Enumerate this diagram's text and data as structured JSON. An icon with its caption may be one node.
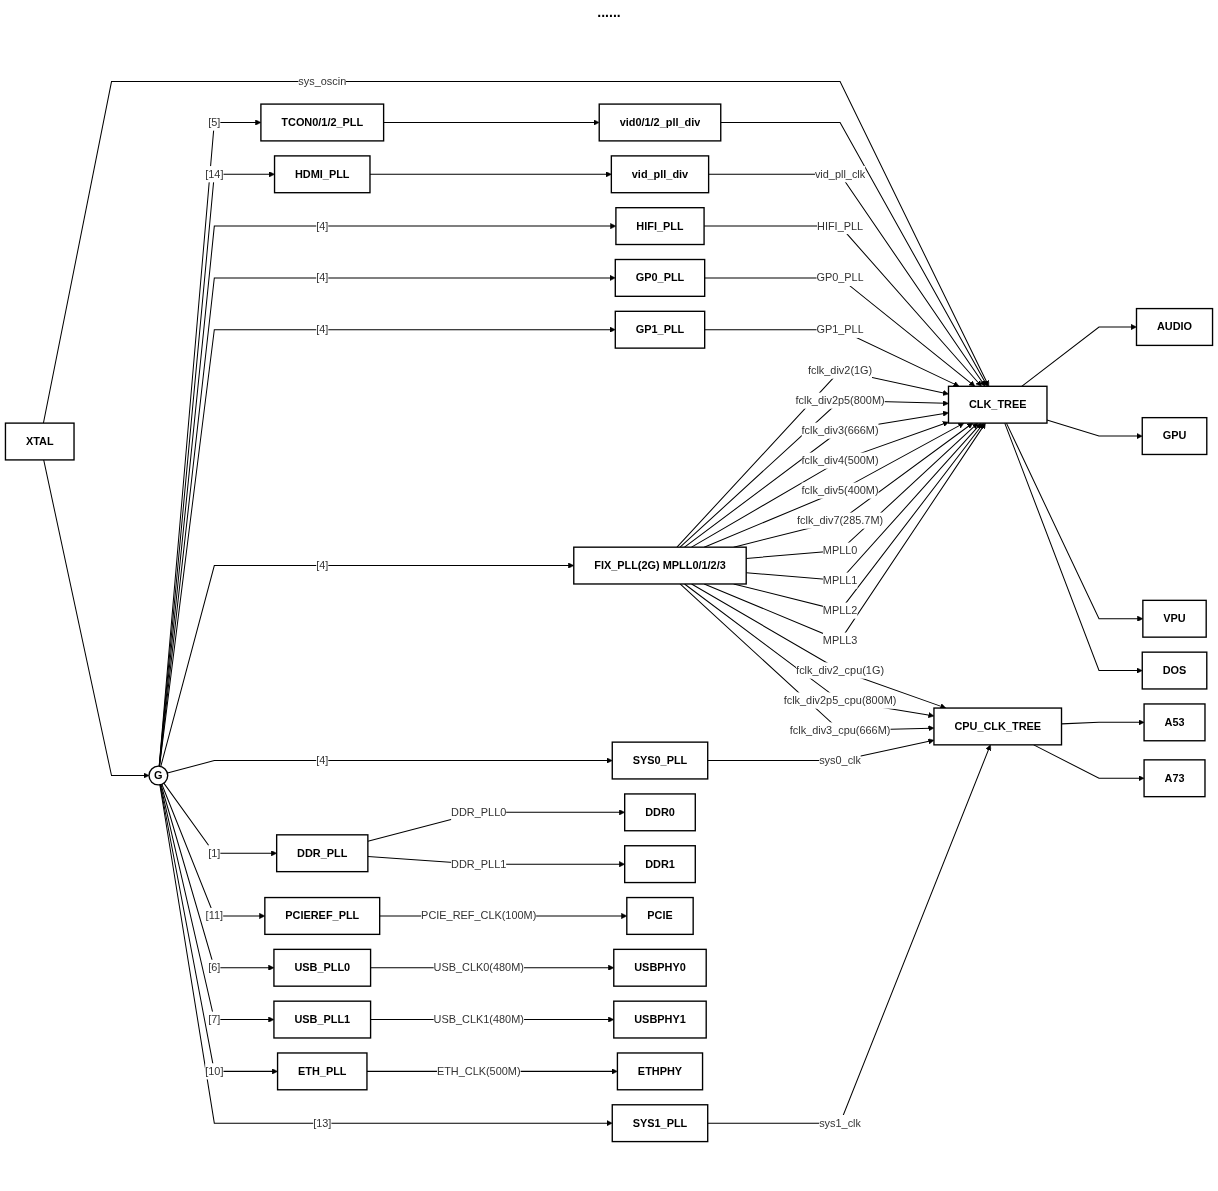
{
  "diagram": {
    "nodes": [
      {
        "text": [
          "XTAL"
        ]
      },
      {
        "text": [
          "G"
        ]
      },
      {
        "text": [
          "TCON0/1/2_PLL"
        ]
      },
      {
        "text": [
          "HDMI_PLL"
        ]
      },
      {
        "text": [
          "HIFI_PLL"
        ]
      },
      {
        "text": [
          "GP0_PLL"
        ]
      },
      {
        "text": [
          "GP1_PLL"
        ]
      },
      {
        "text": [
          "FIX_PLL(2G) MPLL0/1/2/3"
        ]
      },
      {
        "text": [
          "vid0/1/2_pll_div"
        ]
      },
      {
        "text": [
          "vid_pll_div"
        ]
      },
      {
        "text": [
          "CLK_TREE"
        ]
      },
      {
        "text": [
          "CPU_CLK_TREE"
        ]
      },
      {
        "text": [
          "AUDIO"
        ]
      },
      {
        "text": [
          "GPU"
        ]
      },
      {
        "text": [
          "VPU"
        ]
      },
      {
        "text": [
          "DOS"
        ]
      },
      {
        "text": [
          "A53"
        ]
      },
      {
        "text": [
          "A73"
        ]
      },
      {
        "text": [
          "SYS0_PLL"
        ]
      },
      {
        "text": [
          "SYS1_PLL"
        ]
      },
      {
        "text": [
          "DDR_PLL"
        ]
      },
      {
        "text": [
          "PCIEREF_PLL"
        ]
      },
      {
        "text": [
          "USB_PLL0"
        ]
      },
      {
        "text": [
          "USB_PLL1"
        ]
      },
      {
        "text": [
          "ETH_PLL"
        ]
      },
      {
        "text": [
          "DDR0"
        ]
      },
      {
        "text": [
          "DDR1"
        ]
      },
      {
        "text": [
          "PCIE"
        ]
      },
      {
        "text": [
          "USBPHY0"
        ]
      },
      {
        "text": [
          "USBPHY1"
        ]
      },
      {
        "text": [
          "ETHPHY"
        ]
      }
    ],
    "edges": [
      {
        "from": 0,
        "to": 10,
        "arrow": "to",
        "label": "sys_oscin"
      },
      {
        "from": 0,
        "to": 1,
        "arrow": "to"
      },
      {
        "from": 1,
        "to": 2,
        "arrow": "to",
        "label": "[5]"
      },
      {
        "from": 1,
        "to": 3,
        "arrow": "to",
        "label": "[14]"
      },
      {
        "from": 1,
        "to": 4,
        "arrow": "to",
        "label": "[4]"
      },
      {
        "from": 1,
        "to": 5,
        "arrow": "to",
        "label": "[4]"
      },
      {
        "from": 1,
        "to": 6,
        "arrow": "to",
        "label": "[4]"
      },
      {
        "from": 1,
        "to": 7,
        "arrow": "to",
        "label": "[4]"
      },
      {
        "from": 1,
        "to": 18,
        "arrow": "to",
        "label": "[4]"
      },
      {
        "from": 1,
        "to": 19,
        "arrow": "to",
        "label": "[13]"
      },
      {
        "from": 1,
        "to": 20,
        "arrow": "to",
        "label": "[1]"
      },
      {
        "from": 1,
        "to": 21,
        "arrow": "to",
        "label": "[11]"
      },
      {
        "from": 1,
        "to": 22,
        "arrow": "to",
        "label": "[6]"
      },
      {
        "from": 1,
        "to": 23,
        "arrow": "to",
        "label": "[7]"
      },
      {
        "from": 1,
        "to": 24,
        "arrow": "to",
        "label": "[10]"
      },
      {
        "from": 2,
        "to": 8,
        "arrow": "to"
      },
      {
        "from": 8,
        "to": 10,
        "arrow": "to"
      },
      {
        "from": 3,
        "to": 9,
        "arrow": "to"
      },
      {
        "from": 9,
        "to": 10,
        "arrow": "to",
        "label": "vid_pll_clk"
      },
      {
        "from": 4,
        "to": 10,
        "arrow": "to",
        "label": "HIFI_PLL"
      },
      {
        "from": 5,
        "to": 10,
        "arrow": "to",
        "label": "GP0_PLL"
      },
      {
        "from": 6,
        "to": 10,
        "arrow": "to",
        "label": "GP1_PLL"
      },
      {
        "from": 7,
        "to": 10,
        "arrow": "to",
        "label": "fclk_div2(1G)"
      },
      {
        "from": 7,
        "to": 10,
        "arrow": "to",
        "label": "fclk_div2p5(800M)"
      },
      {
        "from": 7,
        "to": 10,
        "arrow": "to",
        "label": "fclk_div3(666M)"
      },
      {
        "from": 7,
        "to": 10,
        "arrow": "to",
        "label": "fclk_div4(500M)"
      },
      {
        "from": 7,
        "to": 10,
        "arrow": "to",
        "label": "fclk_div5(400M)"
      },
      {
        "from": 7,
        "to": 10,
        "arrow": "to",
        "label": "fclk_div7(285.7M)"
      },
      {
        "from": 7,
        "to": 10,
        "arrow": "to",
        "label": "MPLL0"
      },
      {
        "from": 7,
        "to": 10,
        "arrow": "to",
        "label": "MPLL1"
      },
      {
        "from": 7,
        "to": 10,
        "arrow": "to",
        "label": "MPLL2"
      },
      {
        "from": 7,
        "to": 10,
        "arrow": "to",
        "label": "MPLL3"
      },
      {
        "from": 7,
        "to": 11,
        "arrow": "to",
        "label": "fclk_div2_cpu(1G)"
      },
      {
        "from": 7,
        "to": 11,
        "arrow": "to",
        "label": "fclk_div2p5_cpu(800M)"
      },
      {
        "from": 7,
        "to": 11,
        "arrow": "to",
        "label": "fclk_div3_cpu(666M)"
      },
      {
        "from": 18,
        "to": 11,
        "arrow": "to",
        "label": "sys0_clk"
      },
      {
        "from": 19,
        "to": 11,
        "arrow": "to",
        "label": "sys1_clk"
      },
      {
        "from": 10,
        "to": 12,
        "arrow": "to"
      },
      {
        "from": 10,
        "to": 13,
        "arrow": "to"
      },
      {
        "from": 10,
        "to": 14,
        "arrow": "to"
      },
      {
        "from": 10,
        "to": 15,
        "arrow": "to"
      },
      {
        "from": 11,
        "to": 16,
        "arrow": "to"
      },
      {
        "from": 11,
        "to": 17,
        "arrow": "to"
      },
      {
        "from": 20,
        "to": 25,
        "arrow": "to",
        "label": "DDR_PLL0"
      },
      {
        "from": 20,
        "to": 26,
        "arrow": "to",
        "label": "DDR_PLL1"
      },
      {
        "from": 21,
        "to": 27,
        "arrow": "to",
        "label": "PCIE_REF_CLK(100M)"
      },
      {
        "from": 22,
        "to": 28,
        "arrow": "to",
        "label": "USB_CLK0(480M)"
      },
      {
        "from": 23,
        "to": 29,
        "arrow": "to",
        "label": "USB_CLK1(480M)"
      },
      {
        "from": 24,
        "to": 30,
        "arrow": "to",
        "label": "ETH_CLK(500M)"
      }
    ],
    "labels": [
      "......"
    ]
  }
}
